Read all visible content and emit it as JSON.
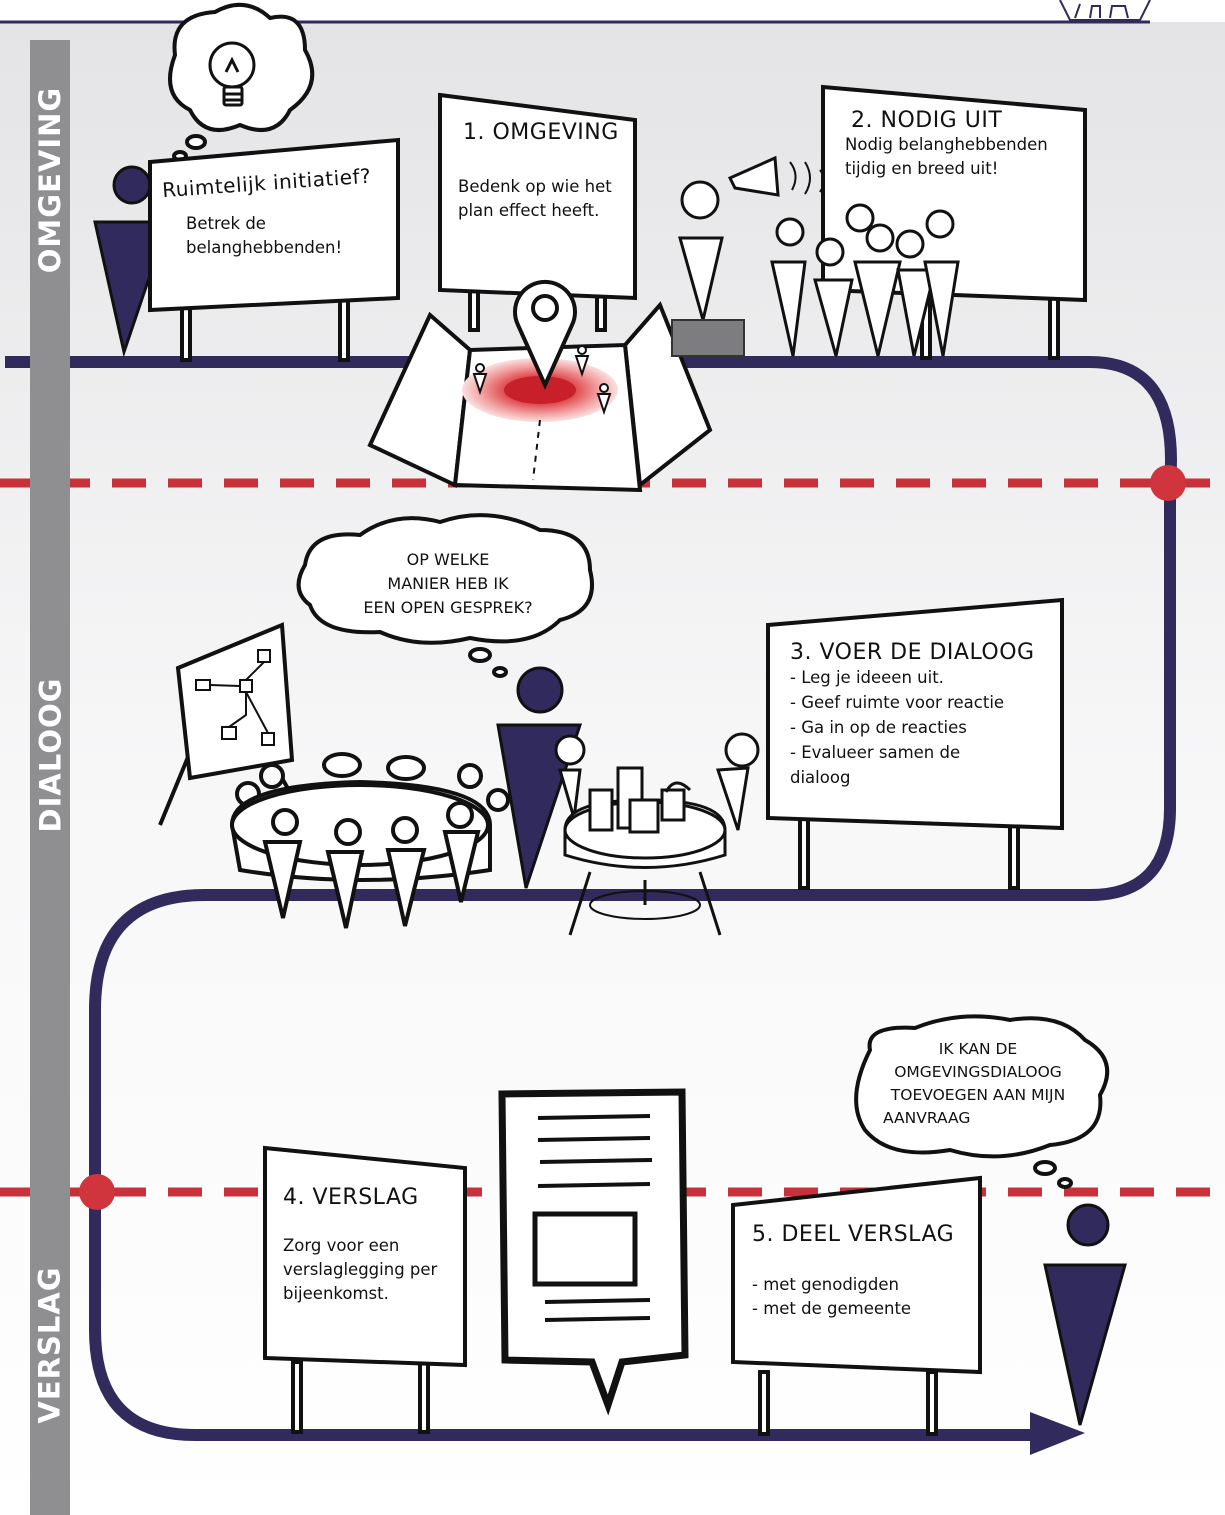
{
  "sections": [
    {
      "label": "OMGEVING"
    },
    {
      "label": "DIALOOG"
    },
    {
      "label": "VERSLAG"
    }
  ],
  "intro_sign": {
    "title": "Ruimtelijk initiatief?",
    "body": [
      "Betrek de",
      "belanghebbenden!"
    ]
  },
  "steps": [
    {
      "title": "1. OMGEVING",
      "body": [
        "Bedenk op wie het",
        "plan effect heeft."
      ]
    },
    {
      "title": "2. NODIG UIT",
      "body": [
        "Nodig belanghebbenden",
        "tijdig en breed uit!"
      ]
    },
    {
      "title": "3. VOER DE DIALOOG",
      "body": [
        "- Leg je ideeen uit.",
        "- Geef ruimte voor reactie",
        "- Ga in op de reacties",
        "- Evalueer samen de",
        "dialoog"
      ]
    },
    {
      "title": "4. VERSLAG",
      "body": [
        "Zorg voor een",
        "verslaglegging per",
        "bijeenkomst."
      ]
    },
    {
      "title": "5. DEEL VERSLAG",
      "body": [
        "- met genodigden",
        "- met de gemeente"
      ]
    }
  ],
  "thought_bubbles": [
    {
      "lines": [
        "OP WELKE",
        "MANIER HEB IK",
        "EEN OPEN GESPREK?"
      ]
    },
    {
      "lines": [
        "IK KAN DE",
        "OMGEVINGSDIALOOG",
        "TOEVOEGEN AAN MIJN",
        "AANVRAAG"
      ]
    }
  ],
  "colors": {
    "path": "#312a5c",
    "dashed_divider": "#c8303a",
    "sidebar": "#8f8f92",
    "target": "#d8434a"
  },
  "icons": [
    "lightbulb-icon",
    "megaphone-icon",
    "map-pin-icon",
    "document-icon",
    "flipchart-icon",
    "city-model-icon"
  ]
}
